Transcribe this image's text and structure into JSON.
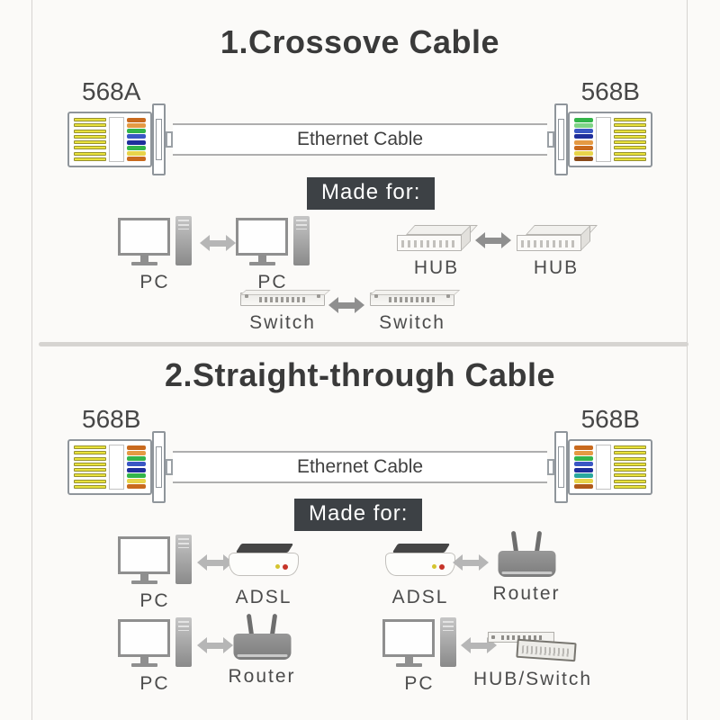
{
  "page": {
    "background": "#fbfaf8",
    "panel_border": "#d6d4d1"
  },
  "colors": {
    "title_text": "#3a3a3a",
    "badge_bg": "#3d4145",
    "badge_text": "#ffffff",
    "divider": "#d6d4d1",
    "pin_gold": "#e9e23c",
    "arrow_light": "#b6b6b6",
    "arrow_dark": "#8f8f8f"
  },
  "icons": {
    "pc": "monitor-with-tower",
    "hub": "hub-3d-box",
    "switch": "switch-flat-bar",
    "adsl": "adsl-modem",
    "router": "wifi-router-two-antennas",
    "hub_switch": "stacked-hub-and-switch",
    "link": "double-headed-arrow"
  },
  "connector": {
    "pin_count": 8
  },
  "wires": {
    "s1_left": [
      "#c96a1e",
      "#e59a44",
      "#33b54a",
      "#3a57c4",
      "#1f2f9c",
      "#33b54a",
      "#e8d44a",
      "#c96a1e"
    ],
    "s1_right": [
      "#33b54a",
      "#7fd486",
      "#3a57c4",
      "#1f2f9c",
      "#e59a44",
      "#c96a1e",
      "#e8d44a",
      "#8a4a1a"
    ],
    "s2_left": [
      "#c96a1e",
      "#e59a44",
      "#33b54a",
      "#3a57c4",
      "#1f2f9c",
      "#33b54a",
      "#e8d44a",
      "#c96a1e"
    ],
    "s2_right": [
      "#c96a1e",
      "#e59a44",
      "#33b54a",
      "#3a57c4",
      "#1f2f9c",
      "#2aa89e",
      "#e8d44a",
      "#b05a1a"
    ]
  },
  "section1": {
    "title": "1.Crossove Cable",
    "plug_left": "568A",
    "plug_right": "568B",
    "cable_label": "Ethernet Cable",
    "made_for": "Made for:",
    "rows": [
      {
        "left": "PC",
        "right": "PC"
      },
      {
        "left": "HUB",
        "right": "HUB"
      },
      {
        "left": "Switch",
        "right": "Switch"
      }
    ]
  },
  "section2": {
    "title": "2.Straight-through Cable",
    "plug_left": "568B",
    "plug_right": "568B",
    "cable_label": "Ethernet Cable",
    "made_for": "Made for:",
    "rows": [
      {
        "left": "PC",
        "right": "ADSL"
      },
      {
        "left": "ADSL",
        "right": "Router"
      },
      {
        "left": "PC",
        "right": "Router"
      },
      {
        "left": "PC",
        "right": "HUB/Switch"
      }
    ]
  }
}
